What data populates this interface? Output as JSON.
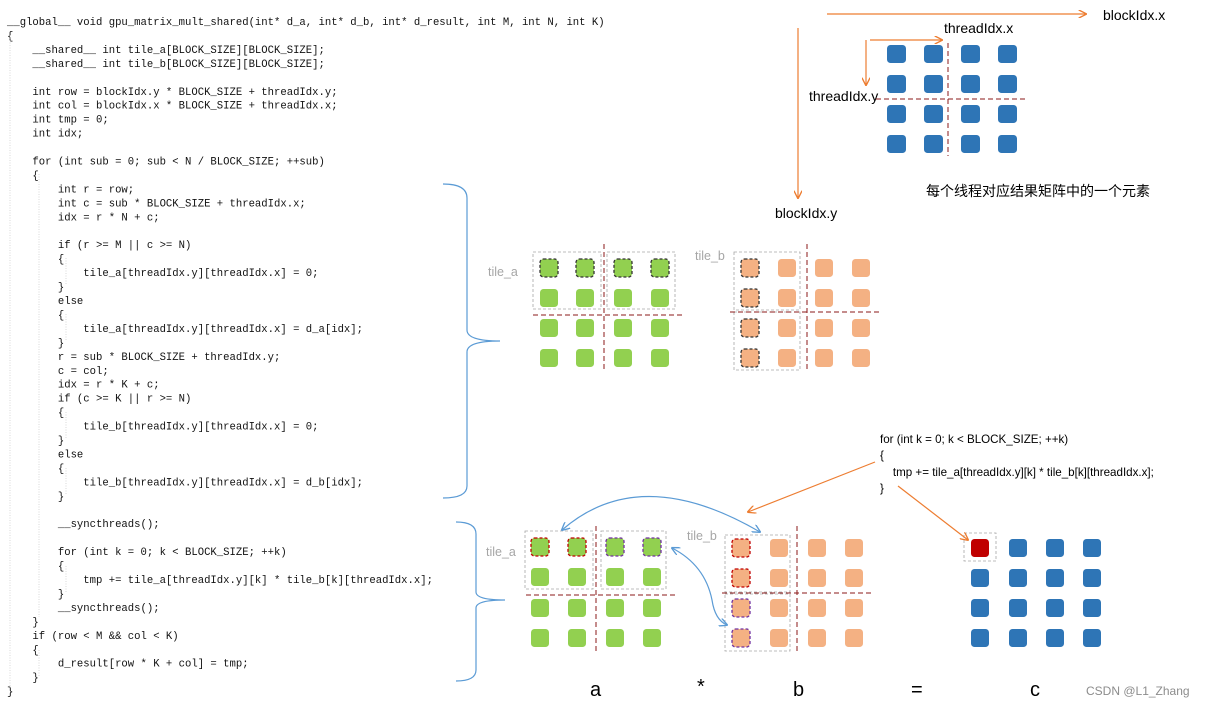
{
  "code": {
    "lines": [
      "__global__ void gpu_matrix_mult_shared(int* d_a, int* d_b, int* d_result, int M, int N, int K)",
      "{",
      "    __shared__ int tile_a[BLOCK_SIZE][BLOCK_SIZE];",
      "    __shared__ int tile_b[BLOCK_SIZE][BLOCK_SIZE];",
      "",
      "    int row = blockIdx.y * BLOCK_SIZE + threadIdx.y;",
      "    int col = blockIdx.x * BLOCK_SIZE + threadIdx.x;",
      "    int tmp = 0;",
      "    int idx;",
      "",
      "    for (int sub = 0; sub < N / BLOCK_SIZE; ++sub)",
      "    {",
      "        int r = row;",
      "        int c = sub * BLOCK_SIZE + threadIdx.x;",
      "        idx = r * N + c;",
      "",
      "        if (r >= M || c >= N)",
      "        {",
      "            tile_a[threadIdx.y][threadIdx.x] = 0;",
      "        }",
      "        else",
      "        {",
      "            tile_a[threadIdx.y][threadIdx.x] = d_a[idx];",
      "        }",
      "        r = sub * BLOCK_SIZE + threadIdx.y;",
      "        c = col;",
      "        idx = r * K + c;",
      "        if (c >= K || r >= N)",
      "        {",
      "            tile_b[threadIdx.y][threadIdx.x] = 0;",
      "        }",
      "        else",
      "        {",
      "            tile_b[threadIdx.y][threadIdx.x] = d_b[idx];",
      "        }",
      "",
      "        __syncthreads();",
      "",
      "        for (int k = 0; k < BLOCK_SIZE; ++k)",
      "        {",
      "            tmp += tile_a[threadIdx.y][k] * tile_b[k][threadIdx.x];",
      "        }",
      "        __syncthreads();",
      "    }",
      "    if (row < M && col < K)",
      "    {",
      "        d_result[row * K + col] = tmp;",
      "    }",
      "}"
    ]
  },
  "top_diagram": {
    "block_x_label": "blockIdx.x",
    "block_y_label": "blockIdx.y",
    "thread_x_label": "threadIdx.x",
    "thread_y_label": "threadIdx.y",
    "caption": "每个线程对应结果矩阵中的一个元素"
  },
  "tile_labels": {
    "tile_a_1": "tile_a",
    "tile_b_1": "tile_b",
    "tile_a_2": "tile_a",
    "tile_b_2": "tile_b"
  },
  "inner_loop": {
    "lines": [
      "for (int k = 0; k < BLOCK_SIZE; ++k)",
      "{",
      "    tmp += tile_a[threadIdx.y][k] * tile_b[k][threadIdx.x];",
      "}"
    ]
  },
  "equation": {
    "a": "a",
    "times": "*",
    "b": "b",
    "equals": "=",
    "c": "c"
  },
  "watermark": "CSDN @L1_Zhang",
  "colors": {
    "blue": "#2e75b6",
    "green": "#92d050",
    "orange": "#f4b183",
    "red": "#c00000",
    "arrow_orange": "#ed7d31",
    "arrow_blue": "#5b9bd5",
    "dash_red": "#8b1a1a"
  }
}
